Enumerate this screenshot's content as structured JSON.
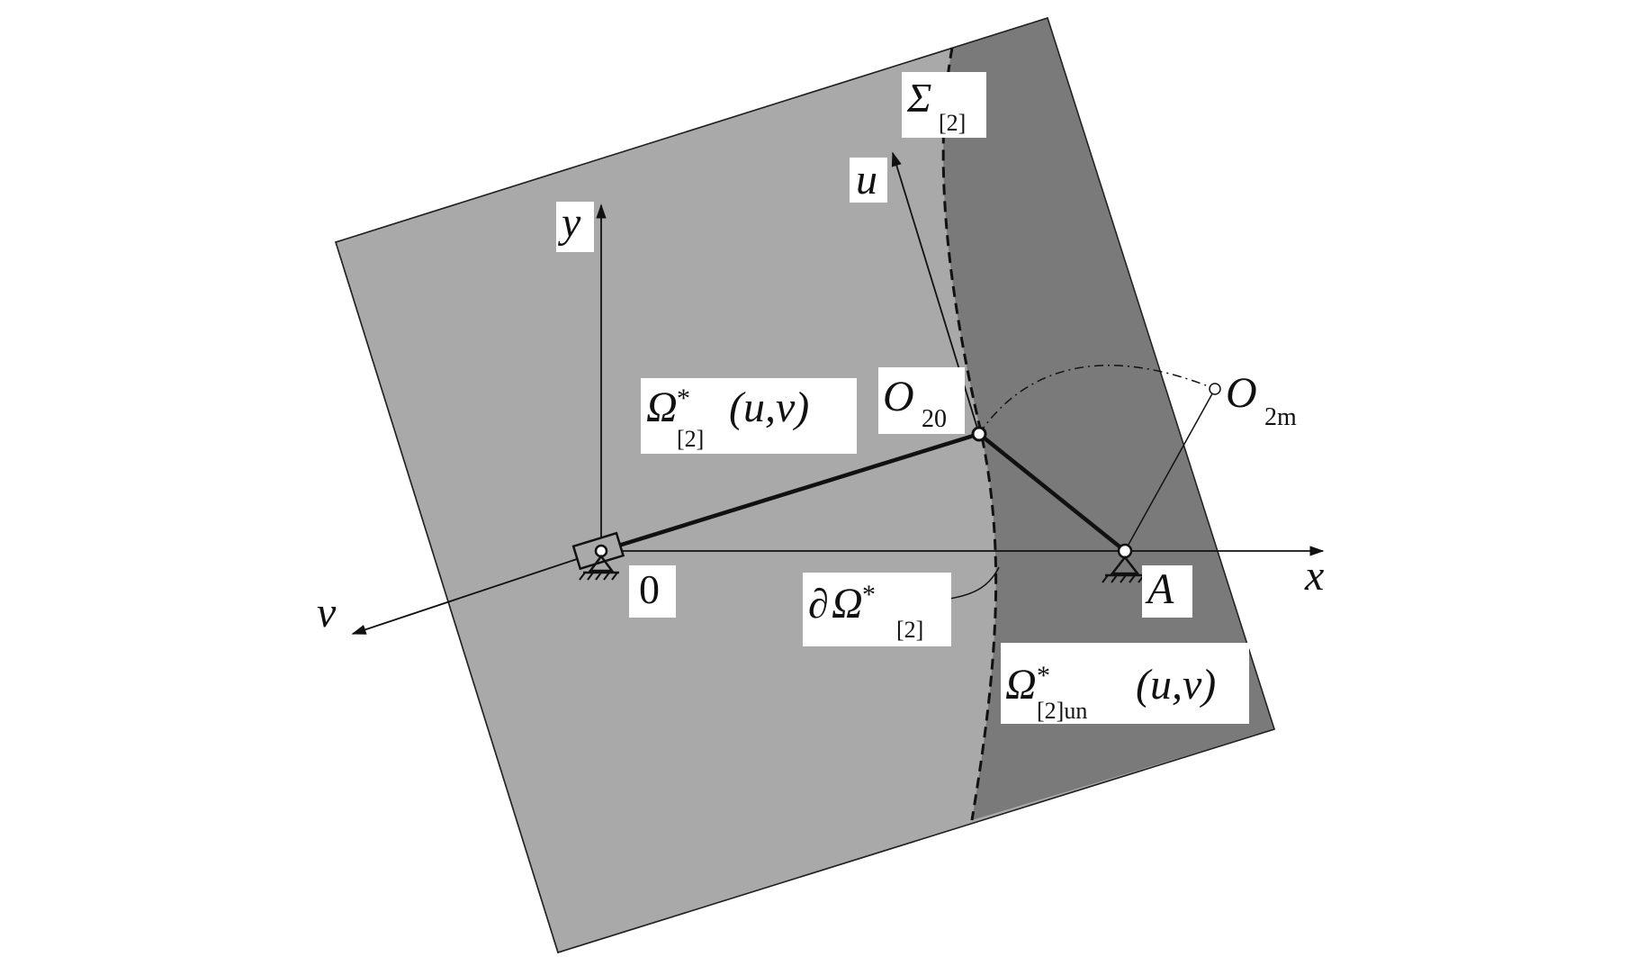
{
  "diagram": {
    "labels": {
      "sigma": {
        "main": "Σ",
        "sub": "[2]"
      },
      "u": "u",
      "y": "y",
      "v": "v",
      "x": "x",
      "origin": "0",
      "A": "A",
      "O20": {
        "main": "O",
        "sub": "20"
      },
      "O2m": {
        "main": "O",
        "sub": "2m"
      },
      "omega": {
        "main": "Ω",
        "sup": "*",
        "sub": "[2]",
        "args": "(u,v)"
      },
      "boundary": {
        "prefix": "∂",
        "main": "Ω",
        "sup": "*",
        "sub": "[2]"
      },
      "omega_un": {
        "main": "Ω",
        "sup": "*",
        "sub": "[2]un",
        "args": "(u,v)"
      }
    },
    "colors": {
      "region_light": "#a9a9a9",
      "region_dark": "#7a7a7a",
      "line": "#111111",
      "label_bg": "#ffffff"
    }
  }
}
